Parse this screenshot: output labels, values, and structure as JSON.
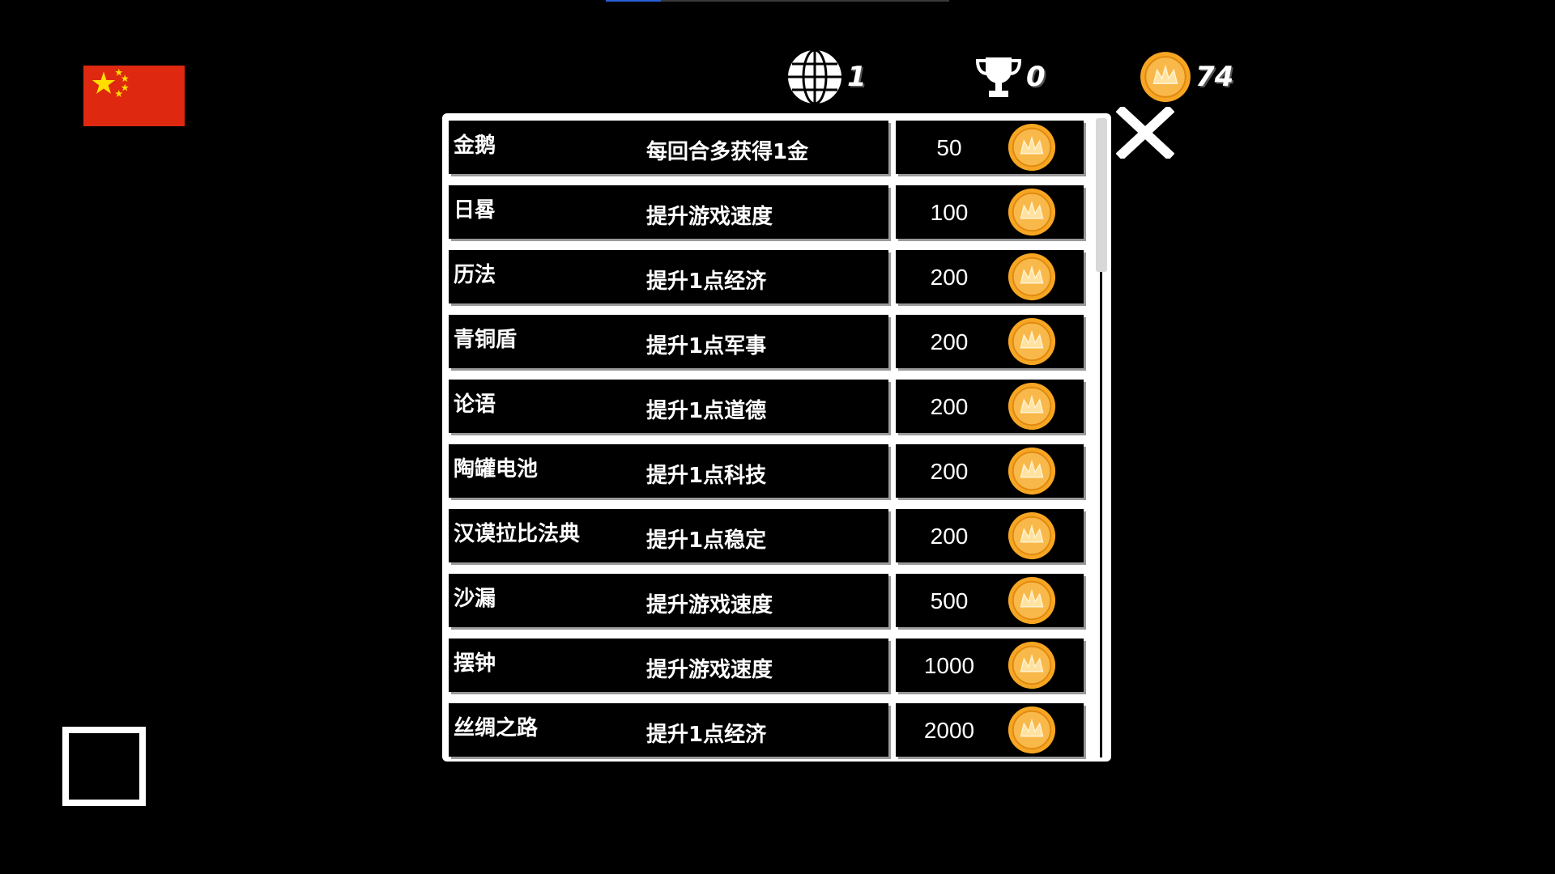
{
  "hud": {
    "globe_value": "1",
    "trophy_value": "0",
    "coin_value": "74",
    "globe_icon": "globe-icon",
    "trophy_icon": "trophy-icon",
    "coin_icon": "coin-icon"
  },
  "top_progress": 0.16,
  "flag": "china-flag",
  "close_icon": "close-icon",
  "shop": {
    "items": [
      {
        "name": "金鹅",
        "desc": "每回合多获得1金",
        "price": "50"
      },
      {
        "name": "日晷",
        "desc": "提升游戏速度",
        "price": "100"
      },
      {
        "name": "历法",
        "desc": "提升1点经济",
        "price": "200"
      },
      {
        "name": "青铜盾",
        "desc": "提升1点军事",
        "price": "200"
      },
      {
        "name": "论语",
        "desc": "提升1点道德",
        "price": "200"
      },
      {
        "name": "陶罐电池",
        "desc": "提升1点科技",
        "price": "200"
      },
      {
        "name": "汉谟拉比法典",
        "desc": "提升1点稳定",
        "price": "200"
      },
      {
        "name": "沙漏",
        "desc": "提升游戏速度",
        "price": "500"
      },
      {
        "name": "摆钟",
        "desc": "提升游戏速度",
        "price": "1000"
      },
      {
        "name": "丝绸之路",
        "desc": "提升1点经济",
        "price": "2000"
      }
    ]
  },
  "colors": {
    "background": "#000000",
    "panel": "#ffffff",
    "coin": "#f6a623",
    "flag_red": "#de2910",
    "flag_star": "#ffde00"
  }
}
